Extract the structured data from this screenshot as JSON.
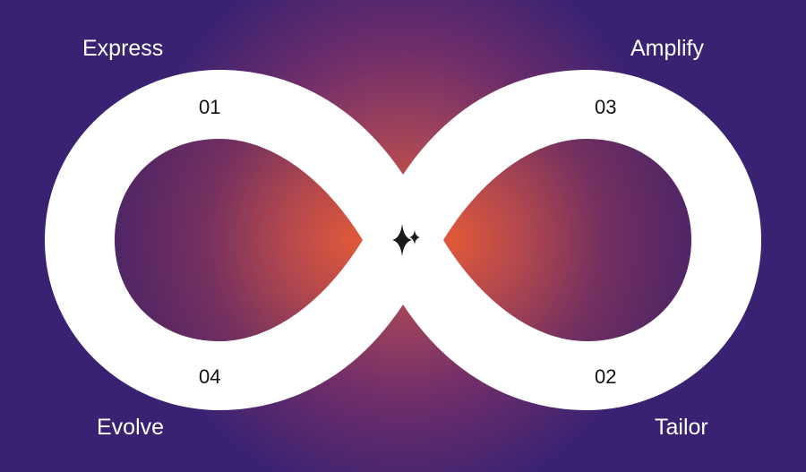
{
  "labels": {
    "express": "Express",
    "amplify": "Amplify",
    "evolve": "Evolve",
    "tailor": "Tailor"
  },
  "numbers": {
    "n01": "01",
    "n02": "02",
    "n03": "03",
    "n04": "04"
  },
  "icons": {
    "center": "sparkle-icon"
  },
  "colors": {
    "background_outer": "#392272",
    "background_mid": "#6e2d6a",
    "background_center": "#d9573a",
    "loop": "#ffffff",
    "label_text": "#ffffff",
    "number_text": "#111111",
    "icon": "#1a1a1a"
  }
}
